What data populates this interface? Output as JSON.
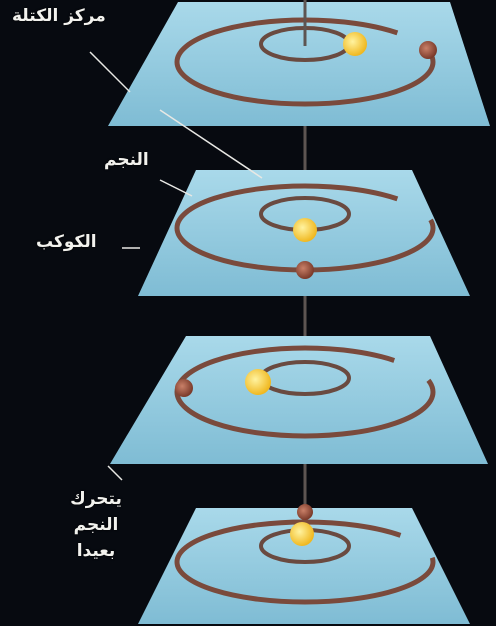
{
  "labels": {
    "center_of_mass": "مركز الكتلة",
    "star": "النجم",
    "planet": "الكوكب",
    "star_moves": [
      "يتحرك",
      "النجم",
      "بعيدا"
    ]
  },
  "colors": {
    "background": "#070a10",
    "plane": "#8fc8de",
    "orbit": "#7a4a3c",
    "star": "#f6cf3a",
    "planet": "#a85a45",
    "axis": "#6a625e"
  }
}
